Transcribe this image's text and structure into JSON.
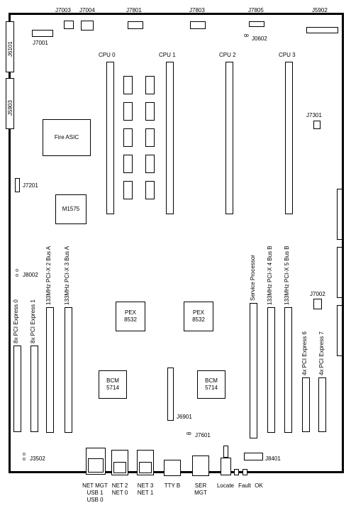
{
  "top_connectors": {
    "j7003": "J7003",
    "j7004": "J7004",
    "j7801": "J7801",
    "j7803": "J7803",
    "j7805": "J7805",
    "j5902": "J5902",
    "j7001": "J7001",
    "j0602": "J0602"
  },
  "left_connectors": {
    "j6101": "J6101",
    "j5903": "J5903",
    "j7201": "J7201",
    "j8002": "J8002",
    "j3502": "J3502"
  },
  "cpus": {
    "cpu0": "CPU 0",
    "cpu1": "CPU 1",
    "cpu2": "CPU 2",
    "cpu3": "CPU 3"
  },
  "chips": {
    "fire_asic": "Fire ASIC",
    "m1575": "M1575",
    "pex_left_1": "PEX",
    "pex_left_2": "8532",
    "pex_right_1": "PEX",
    "pex_right_2": "8532",
    "bcm_left_1": "BCM",
    "bcm_left_2": "5714",
    "bcm_right_1": "BCM",
    "bcm_right_2": "5714"
  },
  "misc": {
    "j7301": "J7301",
    "j7002": "J7002",
    "j6901": "J6901",
    "j7601": "J7601",
    "j8401": "J8401"
  },
  "slots": {
    "pcie0": "8x PCI Express 0",
    "pcie1": "8x PCI Express 1",
    "pcix2": "133MHz PCI-X 2 Bus A",
    "pcix3": "133MHz PCI-X 3 Bus A",
    "service": "Service Processor",
    "pcix4": "133MHz PCI-X 4 Bus B",
    "pcix5": "133MHz PCI-X 5 Bus B",
    "pcie6": "4x PCI Express 6",
    "pcie7": "4x PCI Express 7"
  },
  "ports": {
    "net_mgt_1": "NET MGT",
    "net_mgt_2": "USB 1",
    "net_mgt_3": "USB 0",
    "net2_1": "NET 2",
    "net2_2": "NET 0",
    "net3_1": "NET 3",
    "net3_2": "NET 1",
    "tty": "TTY B",
    "ser_1": "SER",
    "ser_2": "MGT",
    "locate": "Locate",
    "fault": "Fault",
    "ok": "OK"
  }
}
